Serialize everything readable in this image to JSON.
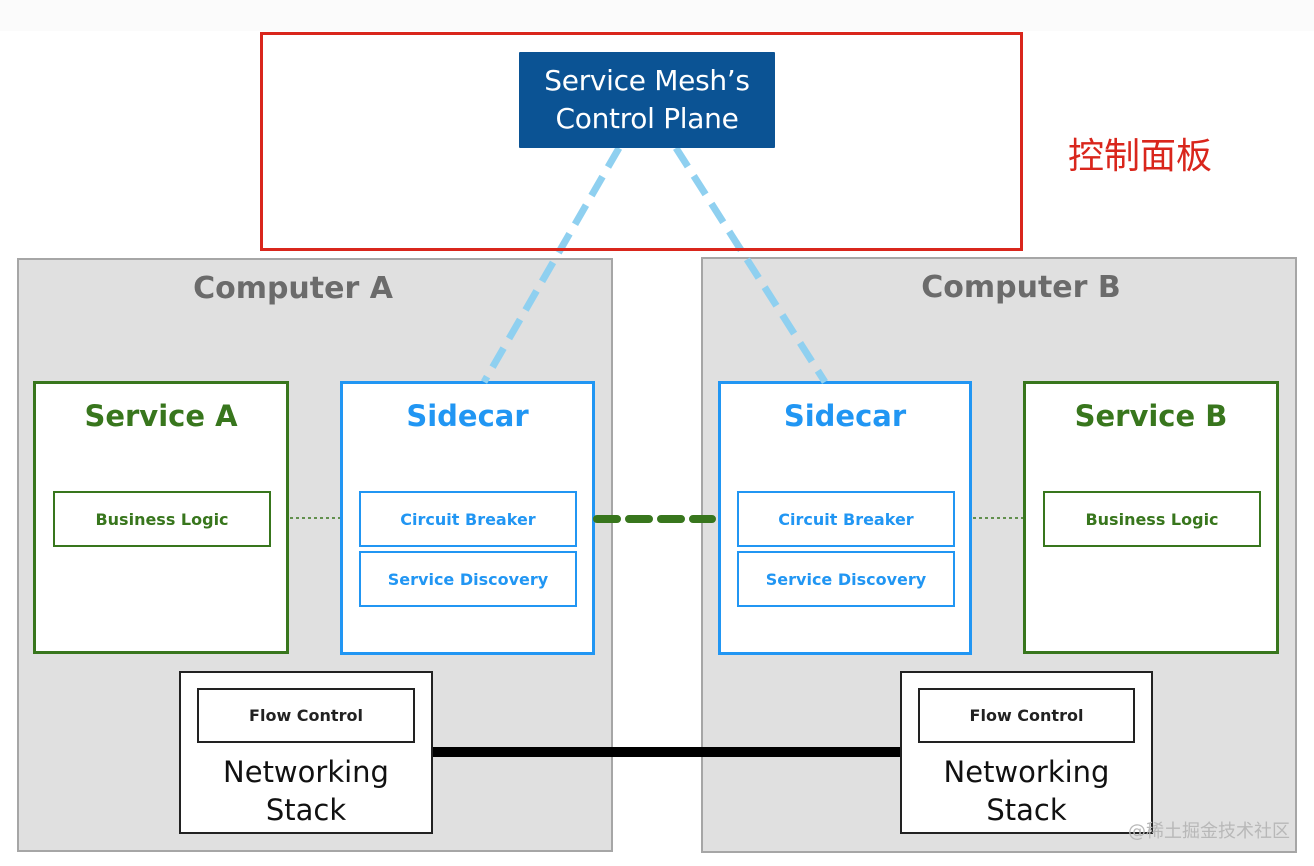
{
  "diagram": {
    "control_plane": {
      "title_line1": "Service Mesh’s",
      "title_line2": "Control Plane",
      "region_label": "控制面板"
    },
    "computers": [
      {
        "title": "Computer A",
        "service": {
          "title": "Service A",
          "component": "Business Logic"
        },
        "sidecar": {
          "title": "Sidecar",
          "components": [
            "Circuit Breaker",
            "Service Discovery"
          ]
        },
        "networking_stack": {
          "component": "Flow Control",
          "title_line1": "Networking",
          "title_line2": "Stack"
        }
      },
      {
        "title": "Computer B",
        "service": {
          "title": "Service B",
          "component": "Business Logic"
        },
        "sidecar": {
          "title": "Sidecar",
          "components": [
            "Circuit Breaker",
            "Service Discovery"
          ]
        },
        "networking_stack": {
          "component": "Flow Control",
          "title_line1": "Networking",
          "title_line2": "Stack"
        }
      }
    ],
    "connections": [
      {
        "from": "control-plane",
        "to": "sidecar-a",
        "style": "dashed",
        "color": "#8fd0f0"
      },
      {
        "from": "control-plane",
        "to": "sidecar-b",
        "style": "dashed",
        "color": "#8fd0f0"
      },
      {
        "from": "sidecar-a",
        "to": "sidecar-b",
        "style": "thick-dashed",
        "color": "#38761d"
      },
      {
        "from": "business-logic-a",
        "to": "sidecar-a",
        "style": "dotted",
        "color": "#38761d"
      },
      {
        "from": "sidecar-b",
        "to": "business-logic-b",
        "style": "dotted",
        "color": "#38761d"
      },
      {
        "from": "networking-stack-a",
        "to": "networking-stack-b",
        "style": "solid-thick",
        "color": "#000000"
      }
    ],
    "colors": {
      "region_border": "#d9261c",
      "control_plane_fill": "#0b5394",
      "service_green": "#38761d",
      "sidecar_blue": "#2196f3",
      "computer_fill": "#e0e0e0"
    },
    "watermark": "@稀土掘金技术社区"
  }
}
